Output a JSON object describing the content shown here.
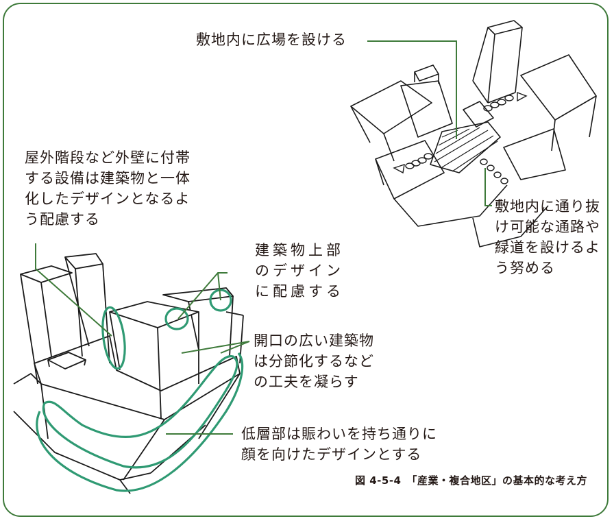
{
  "colors": {
    "frame": "#3e7a3a",
    "leader": "#3e7a3a",
    "highlight": "#2f9a73",
    "sketch": "#1a1a1a",
    "text": "#231815"
  },
  "labels": {
    "plaza": "敷地内に広場を設ける",
    "passage": [
      "敷地内に通り抜",
      "け可能な通路や",
      "緑道を設けるよ",
      "う努める"
    ],
    "stairs": [
      "屋外階段など外壁に付帯",
      "する設備は建築物と一体",
      "化したデザインとなるよ",
      "う配慮する"
    ],
    "top": [
      "建築物上部",
      "のデザイン",
      "に配慮する"
    ],
    "opening": [
      "開口の広い建築物",
      "は分節化するなど",
      "の工夫を凝らす"
    ],
    "low": [
      "低層部は賑わいを持ち通りに",
      "顔を向けたデザインとする"
    ]
  },
  "caption": "図 4-5-4　「産業・複合地区」の基本的な考え方"
}
